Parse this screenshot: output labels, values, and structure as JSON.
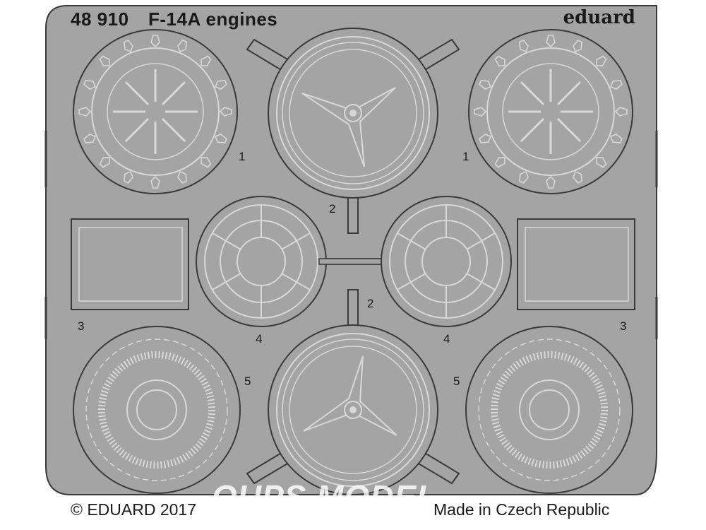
{
  "header": {
    "set_number": "48 910",
    "set_title": "F-14A engines",
    "brand": "eduard"
  },
  "footer": {
    "copyright": "© EDUARD 2017",
    "origin": "Made in Czech Republic"
  },
  "part_numbers": [
    "1",
    "2",
    "1",
    "3",
    "4",
    "2",
    "4",
    "3",
    "5",
    "5"
  ],
  "watermark": "OUPS MODEL",
  "colors": {
    "background": "#ffffff",
    "fret_metal": "#a4a4a4",
    "fret_outline": "#3a3a3a",
    "etch_line": "#d8d8d8",
    "text": "#1a1a1a"
  }
}
